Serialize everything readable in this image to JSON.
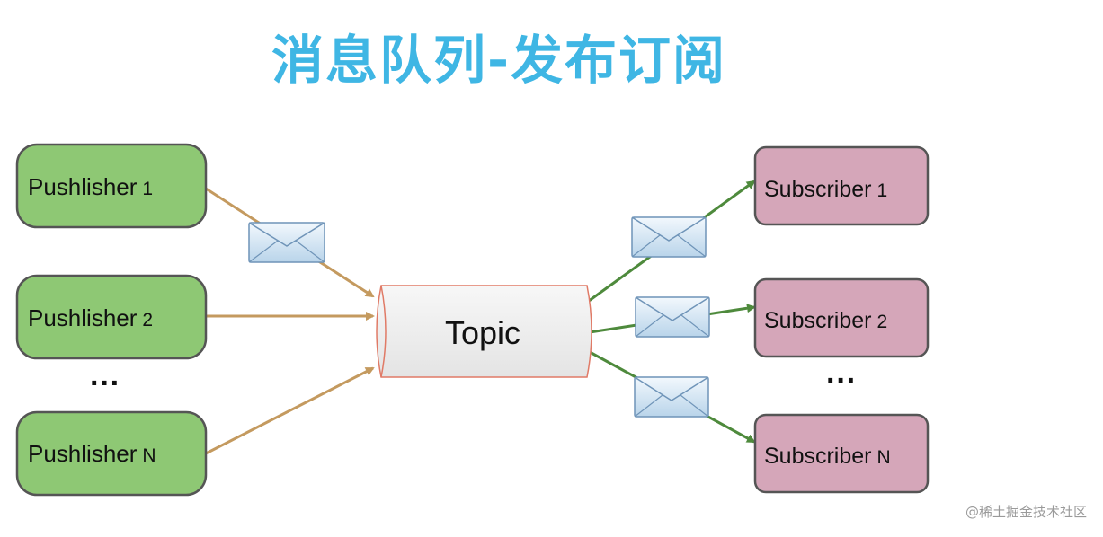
{
  "title": "消息队列-发布订阅",
  "topic": {
    "label": "Topic"
  },
  "publishers": [
    {
      "name": "Pushlisher",
      "num": "1"
    },
    {
      "name": "Pushlisher",
      "num": "2"
    },
    {
      "ellipsis": "···"
    },
    {
      "name": "Pushlisher",
      "num": "N"
    }
  ],
  "subscribers": [
    {
      "name": "Subscriber",
      "num": "1"
    },
    {
      "name": "Subscriber",
      "num": "2"
    },
    {
      "ellipsis": "···"
    },
    {
      "name": "Subscriber",
      "num": "N"
    }
  ],
  "watermark": "@稀土掘金技术社区",
  "colors": {
    "title": "#3fb6e4",
    "publisher_fill": "#8ec874",
    "subscriber_fill": "#d5a6b9",
    "node_border": "#555555",
    "publisher_arrow": "#c49a5f",
    "subscriber_arrow": "#4e8a3c",
    "topic_border": "#e07a66",
    "topic_fill": "#efefef"
  }
}
